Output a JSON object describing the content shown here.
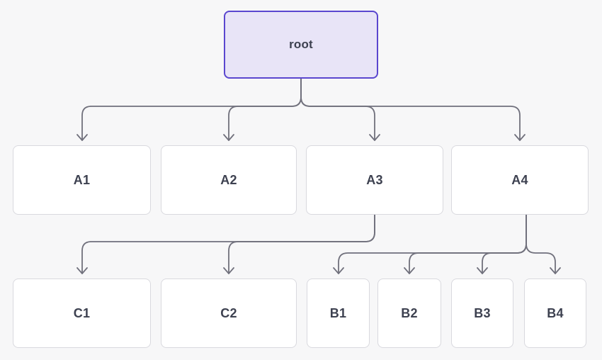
{
  "diagram": {
    "type": "tree",
    "colors": {
      "background": "#f7f7f8",
      "root_fill": "#e8e4f7",
      "root_border": "#5a46cf",
      "node_fill": "#ffffff",
      "node_border": "#d9d9de",
      "edge_line": "#70707c",
      "label_text": "#3d4150"
    },
    "nodes": {
      "root": {
        "label": "root"
      },
      "a1": {
        "label": "A1"
      },
      "a2": {
        "label": "A2"
      },
      "a3": {
        "label": "A3"
      },
      "a4": {
        "label": "A4"
      },
      "c1": {
        "label": "C1"
      },
      "c2": {
        "label": "C2"
      },
      "b1": {
        "label": "B1"
      },
      "b2": {
        "label": "B2"
      },
      "b3": {
        "label": "B3"
      },
      "b4": {
        "label": "B4"
      }
    },
    "edges": [
      {
        "from": "root",
        "to": "A1"
      },
      {
        "from": "root",
        "to": "A2"
      },
      {
        "from": "root",
        "to": "A3"
      },
      {
        "from": "root",
        "to": "A4"
      },
      {
        "from": "A3",
        "to": "C1"
      },
      {
        "from": "A3",
        "to": "C2"
      },
      {
        "from": "A4",
        "to": "B1"
      },
      {
        "from": "A4",
        "to": "B2"
      },
      {
        "from": "A4",
        "to": "B3"
      },
      {
        "from": "A4",
        "to": "B4"
      }
    ]
  }
}
